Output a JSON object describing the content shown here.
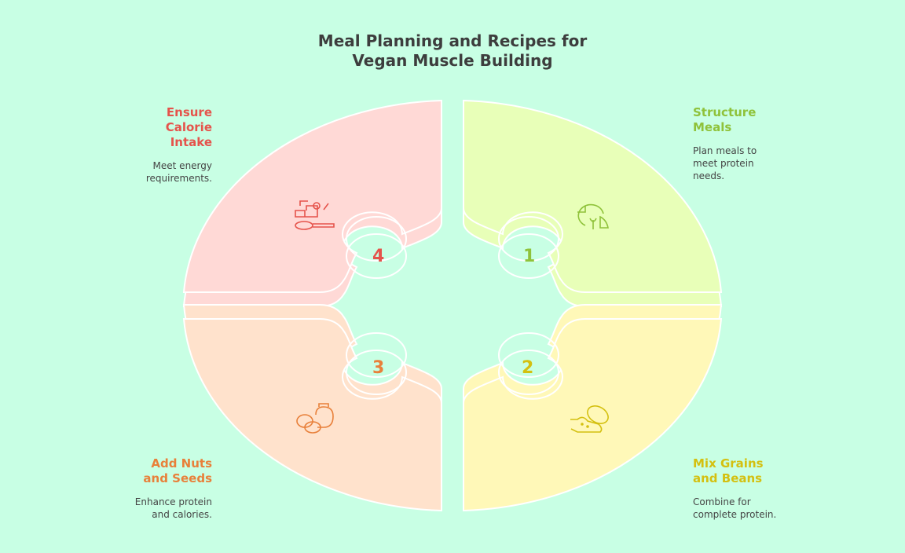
{
  "title": {
    "line1": "Meal Planning and Recipes for",
    "line2": "Vegan Muscle Building"
  },
  "colors": {
    "background": "#c8ffe4",
    "q1": "#e8ffb8",
    "q2": "#fff8b8",
    "q3": "#ffe2cc",
    "q4": "#ffd9d6"
  },
  "steps": [
    {
      "number": "1",
      "title_line1": "Structure",
      "title_line2": "Meals",
      "desc_line1": "Plan meals to",
      "desc_line2": "meet protein",
      "desc_line3": "needs.",
      "color": "#8fc23a",
      "icon": "plate-fork-knife-icon"
    },
    {
      "number": "2",
      "title_line1": "Mix Grains",
      "title_line2": "and Beans",
      "desc_line1": "Combine for",
      "desc_line2": "complete protein.",
      "color": "#d4c010",
      "icon": "bean-grain-icon"
    },
    {
      "number": "3",
      "title_line1": "Add Nuts",
      "title_line2": "and Seeds",
      "desc_line1": "Enhance protein",
      "desc_line2": "and calories.",
      "color": "#e8803a",
      "icon": "nuts-seeds-icon"
    },
    {
      "number": "4",
      "title_line1": "Ensure",
      "title_line2": "Calorie",
      "title_line3": "Intake",
      "desc_line1": "Meet energy",
      "desc_line2": "requirements.",
      "color": "#e5534b",
      "icon": "scale-calorie-icon"
    }
  ]
}
